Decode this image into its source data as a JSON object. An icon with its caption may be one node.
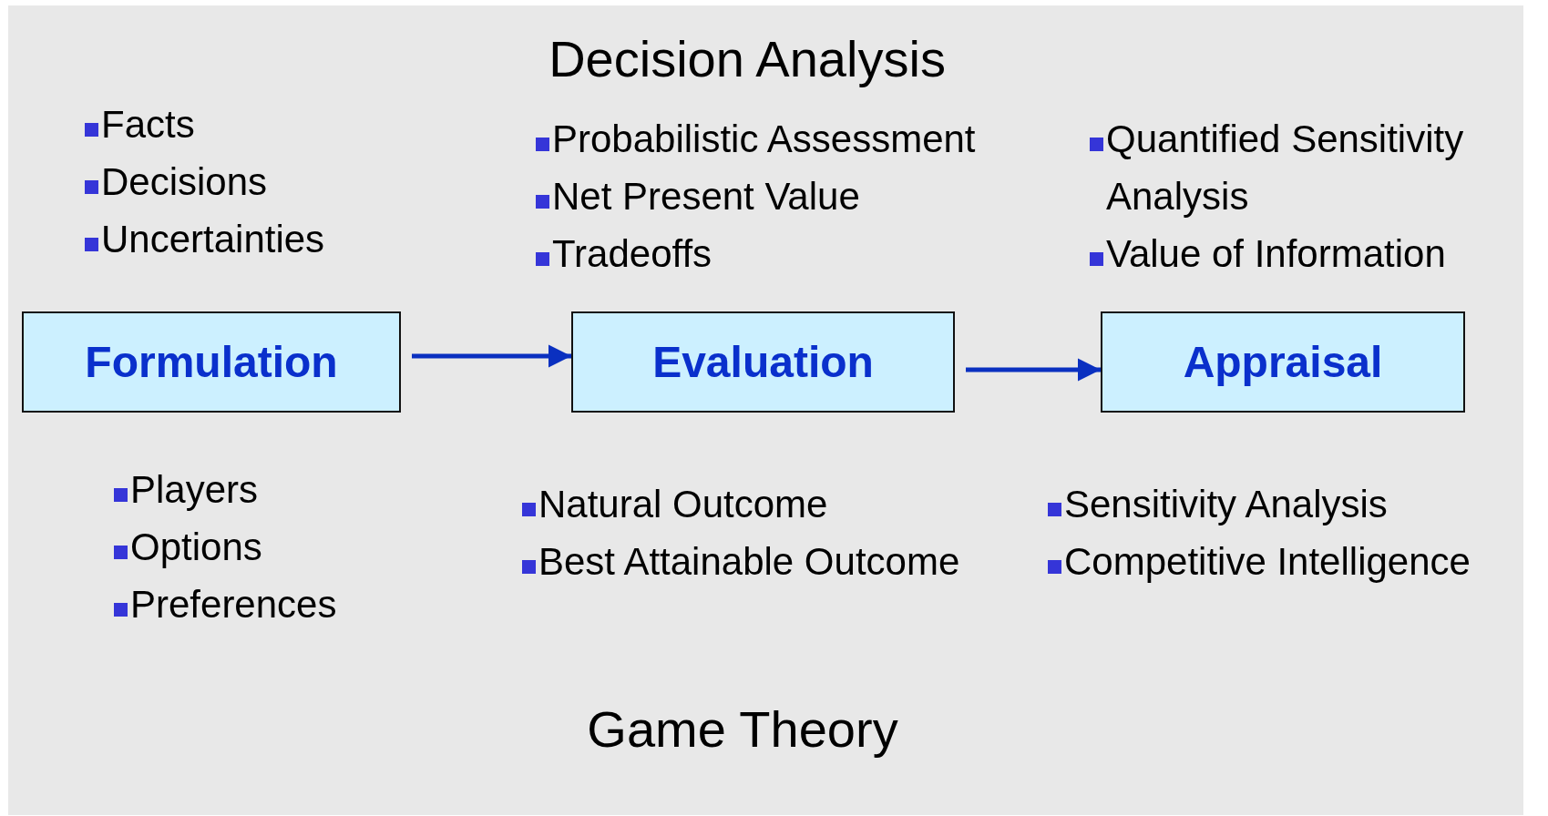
{
  "diagram": {
    "title": "Decision Analysis",
    "nodes": [
      {
        "text": [
          "Formulation"
        ]
      },
      {
        "text": [
          "Evaluation"
        ]
      },
      {
        "text": [
          "Appraisal"
        ]
      }
    ],
    "edges": [
      {
        "from": 0,
        "to": 1,
        "arrow": "to"
      },
      {
        "from": 1,
        "to": 2,
        "arrow": "to"
      }
    ],
    "labels": [
      "Facts",
      "Decisions",
      "Uncertainties",
      "Probabilistic Assessment",
      "Net Present Value",
      "Tradeoffs",
      "Quantified Sensitivity Analysis",
      "Value of Information",
      "Players",
      "Options",
      "Preferences",
      "Natural Outcome",
      "Best Attainable Outcome",
      "Sensitivity Analysis",
      "Competitive Intelligence",
      "Game Theory"
    ]
  }
}
